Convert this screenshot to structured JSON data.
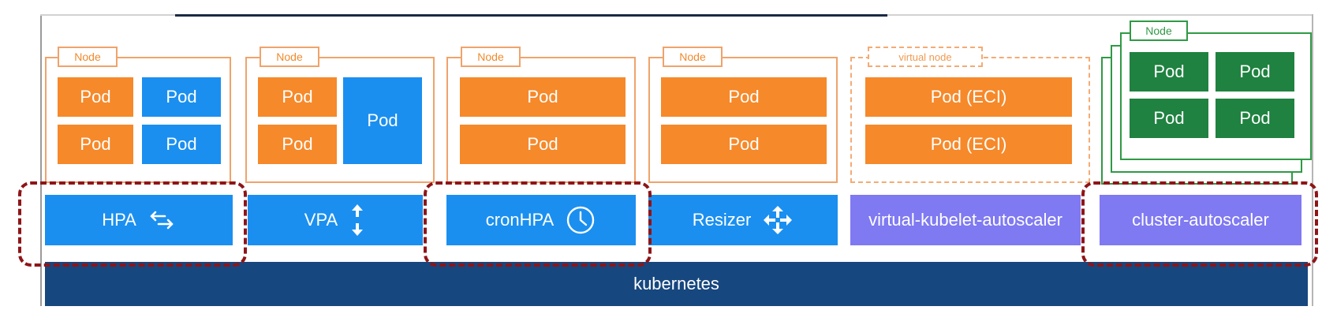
{
  "columns": [
    {
      "node_label": "Node",
      "pods": [
        "Pod",
        "Pod",
        "Pod",
        "Pod"
      ],
      "autoscaler": "HPA",
      "icon": "horizontal-arrows-icon"
    },
    {
      "node_label": "Node",
      "pods": [
        "Pod",
        "Pod",
        "Pod"
      ],
      "autoscaler": "VPA",
      "icon": "vertical-arrows-icon"
    },
    {
      "node_label": "Node",
      "pods": [
        "Pod",
        "Pod"
      ],
      "autoscaler": "cronHPA",
      "icon": "clock-icon"
    },
    {
      "node_label": "Node",
      "pods": [
        "Pod",
        "Pod"
      ],
      "autoscaler": "Resizer",
      "icon": "resize-arrows-icon"
    },
    {
      "node_label": "virtual node",
      "pods": [
        "Pod (ECI)",
        "Pod (ECI)"
      ],
      "autoscaler": "virtual-kubelet-autoscaler"
    },
    {
      "node_label": "Node",
      "pods": [
        "Pod",
        "Pod",
        "Pod",
        "Pod"
      ],
      "autoscaler": "cluster-autoscaler"
    }
  ],
  "platform": "kubernetes",
  "colors": {
    "pod_orange": "#f6892a",
    "pod_blue": "#1a8ff0",
    "pod_green": "#1f8240",
    "autoscaler_blue": "#1a8ff0",
    "autoscaler_violet": "#7f79f2",
    "kubernetes_bar": "#17477f",
    "highlight_dashed": "#8e1518"
  }
}
